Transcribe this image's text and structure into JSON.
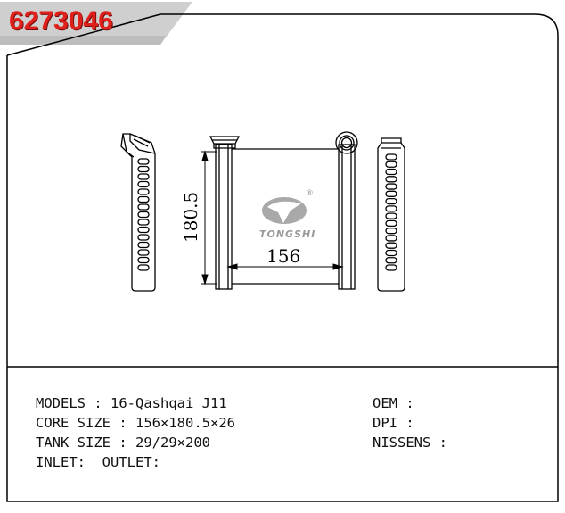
{
  "part_number": "6273046",
  "drawing": {
    "height_dim": "180.5",
    "width_dim": "156",
    "logo_text": "TONGSHI",
    "logo_mark": "®"
  },
  "specs": {
    "models_label": "MODELS",
    "models_value": "16-Qashqai J11",
    "core_label": "CORE SIZE",
    "core_value": "156×180.5×26",
    "tank_label": "TANK SIZE",
    "tank_value": "29/29×200",
    "inlet_label": "INLET:",
    "outlet_label": "OUTLET:"
  },
  "refs": {
    "oem_label": "OEM",
    "oem_value": "",
    "dpi_label": "DPI",
    "dpi_value": "",
    "nissens_label": "NISSENS",
    "nissens_value": ""
  },
  "colors": {
    "label_banner": "#d0d0d0",
    "label_text": "#e0201b"
  }
}
